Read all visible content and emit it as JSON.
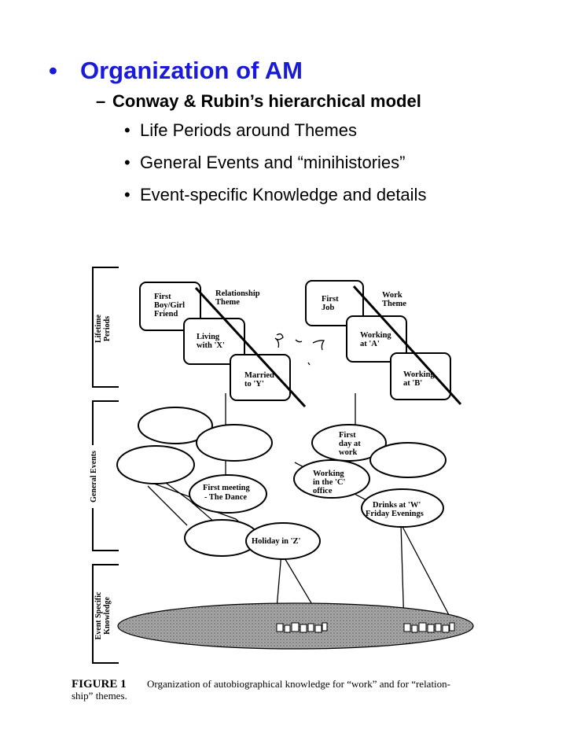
{
  "slide": {
    "heading": "Organization of AM",
    "subheading": "Conway & Rubin’s hierarchical model",
    "bullets": [
      "Life Periods around Themes",
      "General Events and “minihistories”",
      "Event-specific Knowledge and details"
    ],
    "bullet_mark": "•",
    "dash_mark": "–",
    "heading_color": "#1a1adb"
  },
  "figure": {
    "side_labels": {
      "lifetime_periods": [
        "Lifetime",
        "Periods"
      ],
      "general_events": "General Events",
      "event_specific": [
        "Event Specific",
        "Knowledge"
      ]
    },
    "themes": {
      "relationship": [
        "Relationship",
        "Theme"
      ],
      "work": [
        "Work",
        "Theme"
      ]
    },
    "boxes": {
      "first_boy_girl_friend": [
        "First",
        "Boy/Girl",
        "Friend"
      ],
      "living_with_x": [
        "Living",
        "with  'X'"
      ],
      "married_to_y": [
        "Married",
        "to  'Y'"
      ],
      "first_job": [
        "First",
        "Job"
      ],
      "working_at_a": [
        "Working",
        "at 'A'"
      ],
      "working_at_b": [
        "Working",
        "at 'B'"
      ]
    },
    "ellipses": {
      "first_meeting": [
        "First  meeting",
        "- The Dance"
      ],
      "holiday_z": [
        "Holiday  in  'Z'"
      ],
      "first_day_at_work": [
        "First",
        "day at",
        "work"
      ],
      "working_in_c_office": [
        "Working",
        "in the 'C'",
        "office"
      ],
      "drinks_at_w": [
        "Drinks at 'W'",
        "Friday Evenings"
      ]
    },
    "caption": {
      "label": "FIGURE 1",
      "line1": "Organization of autobiographical knowledge for “work” and for “relation-",
      "line2": "ship” themes."
    }
  }
}
